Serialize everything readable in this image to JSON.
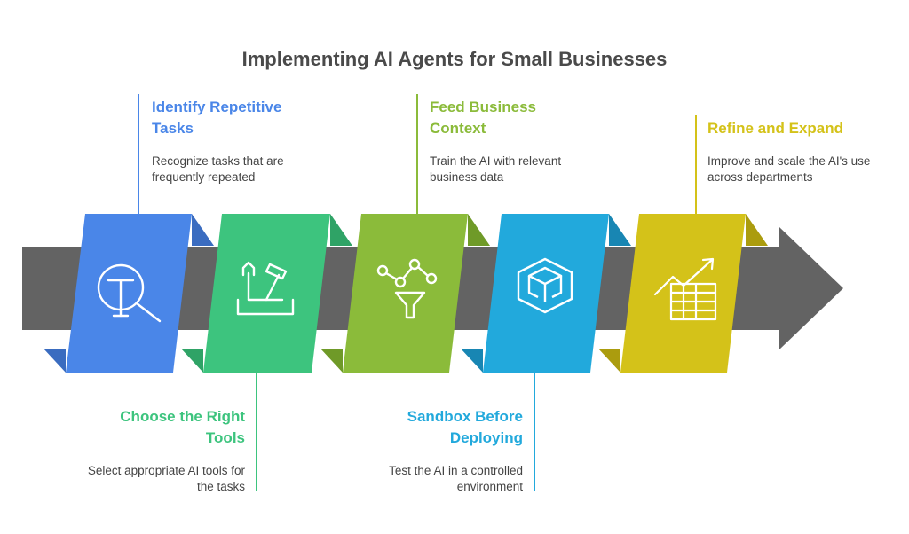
{
  "title": "Implementing AI Agents for Small Businesses",
  "steps": [
    {
      "heading": "Identify Repetitive Tasks",
      "description": "Recognize tasks that are frequently repeated",
      "color": "#4a86e8",
      "icon": "magnifier-icon"
    },
    {
      "heading": "Choose the Right Tools",
      "description": "Select appropriate AI tools for the tasks",
      "color": "#3dc47e",
      "icon": "toolbox-icon"
    },
    {
      "heading": "Feed Business Context",
      "description": "Train the AI with relevant business data",
      "color": "#8bbb3a",
      "icon": "data-funnel-icon"
    },
    {
      "heading": "Sandbox Before Deploying",
      "description": "Test the AI in a controlled environment",
      "color": "#22a9dc",
      "icon": "cube-icon"
    },
    {
      "heading": "Refine and Expand",
      "description": "Improve and scale the AI's use across departments",
      "color": "#d4c219",
      "icon": "growth-chart-icon"
    }
  ],
  "arrow_color": "#636363",
  "text_colors": [
    "#4a86e8",
    "#3dc47e",
    "#8bbb3a",
    "#22a9dc",
    "#d4c219"
  ]
}
